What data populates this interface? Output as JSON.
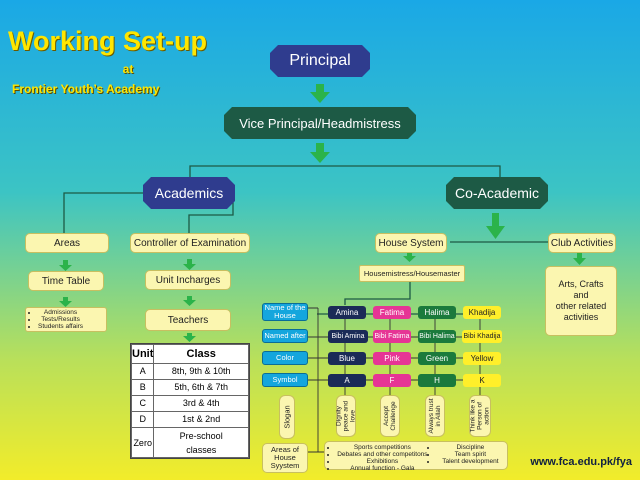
{
  "title": {
    "main": "Working Set-up",
    "at": "at",
    "academy": "Frontier Youth’s Academy"
  },
  "nodes": {
    "principal": "Principal",
    "vice_principal": "Vice Principal/Headmistress",
    "academics": "Academics",
    "co_academic": "Co-Academic",
    "areas": "Areas",
    "controller": "Controller of Examination",
    "house_system": "House System",
    "club_activities": "Club Activities",
    "time_table": "Time Table",
    "unit_incharges": "Unit Incharges",
    "housemistress": "Housemistress/Housemaster",
    "arts": [
      "Arts, Crafts",
      "and",
      "other related",
      "activities"
    ],
    "teachers": "Teachers"
  },
  "areas_list": [
    "Admissions",
    "Tests/Results",
    "Students affairs"
  ],
  "unit_table": {
    "headers": [
      "Unit",
      "Class"
    ],
    "rows": [
      [
        "A",
        "8th, 9th & 10th"
      ],
      [
        "B",
        "5th, 6th & 7th"
      ],
      [
        "C",
        "3rd & 4th"
      ],
      [
        "D",
        "1st & 2nd"
      ],
      [
        "Zero",
        "Pre-school classes"
      ]
    ]
  },
  "house_labels": [
    "Name of the House",
    "Named after",
    "Color",
    "Symbol",
    "Slogan",
    "Areas of House Syystem"
  ],
  "houses": [
    {
      "name": "Amina",
      "named_after": "Bibi Amina",
      "color": "Blue",
      "symbol": "A",
      "slogan": "Dignity peace and love",
      "hex": "#1b2b57"
    },
    {
      "name": "Fatima",
      "named_after": "Bibi Fatima",
      "color": "Pink",
      "symbol": "F",
      "slogan": "Accept Challenge",
      "hex": "#e63595"
    },
    {
      "name": "Halima",
      "named_after": "Bibi Halima",
      "color": "Green",
      "symbol": "H",
      "slogan": "Always trust in Allah",
      "hex": "#1b7a3c"
    },
    {
      "name": "Khadija",
      "named_after": "Bibi Khadija",
      "color": "Yellow",
      "symbol": "K",
      "slogan": "Think like a Person of action",
      "hex": "#ffef2a"
    }
  ],
  "house_areas_left": [
    "Sports competitions",
    "Debates and other competitons",
    "Exhibitions",
    "Annual function - Gala"
  ],
  "house_areas_right": [
    "Discipline",
    "Team spirit",
    "Talent development"
  ],
  "url": "www.fca.edu.pk/fya"
}
